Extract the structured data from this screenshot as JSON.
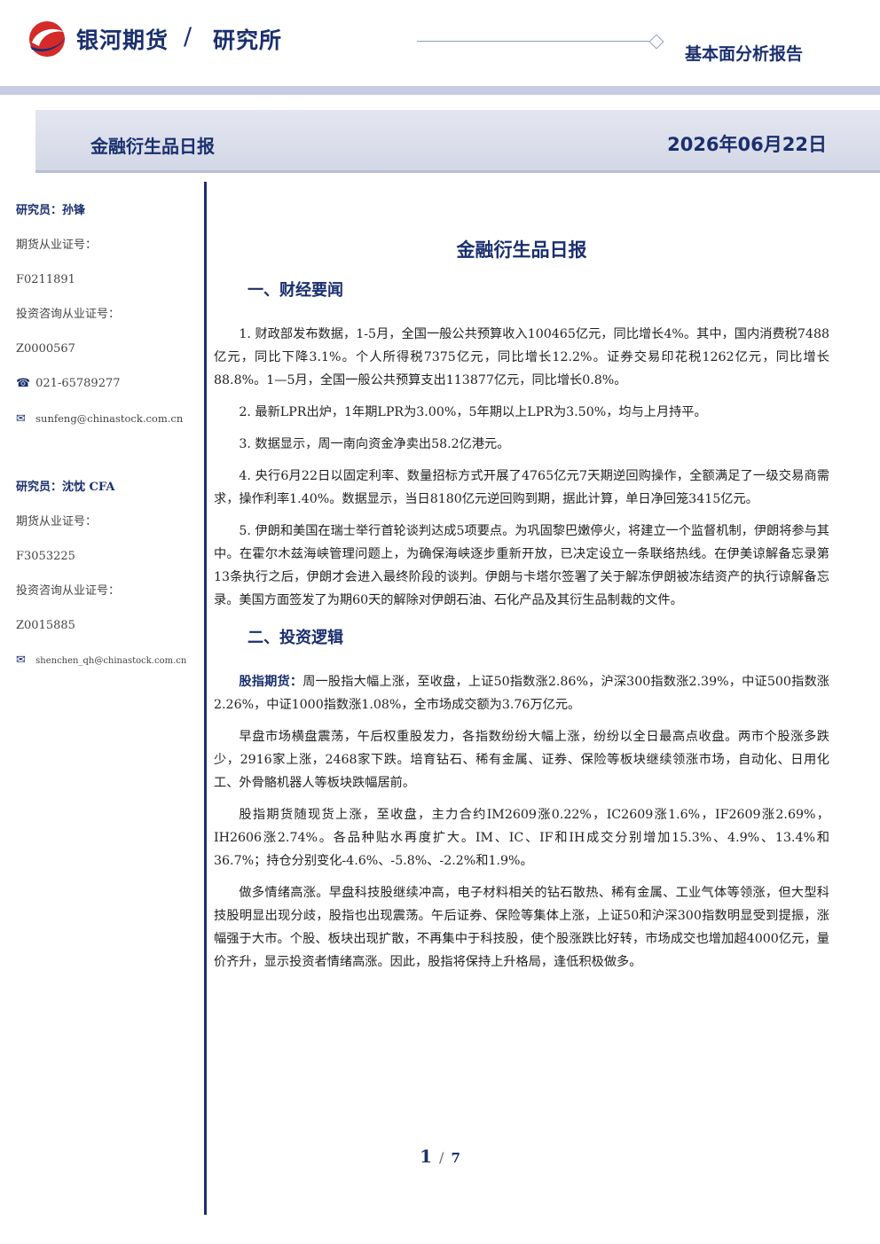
{
  "header": {
    "brand": "银河期货",
    "separator": "/",
    "institute": "研究所",
    "report_type": "基本面分析报告"
  },
  "colors": {
    "primary": "#1a2f6e",
    "logo_red": "#d42a2a",
    "band": "#c9cde3"
  },
  "banner": {
    "title": "金融衍生品日报",
    "date": "2026年06月22日"
  },
  "sidebar": {
    "analyst1": {
      "name": "研究员：孙锋",
      "license_label": "期货从业证号：",
      "license": "F0211891",
      "consult_label": "投资咨询从业证号：",
      "consult": "Z0000567",
      "phone_icon": "☎",
      "phone": "021-65789277",
      "email_icon": "✉",
      "email": "sunfeng@chinastock.com.cn"
    },
    "analyst2": {
      "name": "研究员：沈忱  CFA",
      "license_label": "期货从业证号：",
      "license": "F3053225",
      "consult_label": "投资咨询从业证号：",
      "consult": "Z0015885",
      "email_icon": "✉",
      "email": "shenchen_qh@chinastock.com.cn"
    }
  },
  "main": {
    "title": "金融衍生品日报",
    "section1": {
      "title": "一、财经要闻",
      "paragraphs": [
        "1. 财政部发布数据，1-5月，全国一般公共预算收入100465亿元，同比增长4%。其中，国内消费税7488亿元，同比下降3.1%。个人所得税7375亿元，同比增长12.2%。证券交易印花税1262亿元，同比增长88.8%。1—5月，全国一般公共预算支出113877亿元，同比增长0.8%。",
        "2. 最新LPR出炉，1年期LPR为3.00%，5年期以上LPR为3.50%，均与上月持平。",
        "3. 数据显示，周一南向资金净卖出58.2亿港元。",
        "4. 央行6月22日以固定利率、数量招标方式开展了4765亿元7天期逆回购操作，全额满足了一级交易商需求，操作利率1.40%。数据显示，当日8180亿元逆回购到期，据此计算，单日净回笼3415亿元。",
        "5. 伊朗和美国在瑞士举行首轮谈判达成5项要点。为巩固黎巴嫩停火，将建立一个监督机制，伊朗将参与其中。在霍尔木兹海峡管理问题上，为确保海峡逐步重新开放，已决定设立一条联络热线。在伊美谅解备忘录第13条执行之后，伊朗才会进入最终阶段的谈判。伊朗与卡塔尔签署了关于解冻伊朗被冻结资产的执行谅解备忘录。美国方面签发了为期60天的解除对伊朗石油、石化产品及其衍生品制裁的文件。"
      ]
    },
    "section2": {
      "title": "二、投资逻辑",
      "lead_tag": "股指期货：",
      "lead_text": "周一股指大幅上涨，至收盘，上证50指数涨2.86%，沪深300指数涨2.39%，中证500指数涨2.26%，中证1000指数涨1.08%，全市场成交额为3.76万亿元。",
      "paragraphs": [
        "早盘市场横盘震荡，午后权重股发力，各指数纷纷大幅上涨，纷纷以全日最高点收盘。两市个股涨多跌少，2916家上涨，2468家下跌。培育钻石、稀有金属、证券、保险等板块继续领涨市场，自动化、日用化工、外骨骼机器人等板块跌幅居前。",
        "股指期货随现货上涨，至收盘，主力合约IM2609涨0.22%，IC2609涨1.6%，IF2609涨2.69%，IH2606涨2.74%。各品种贴水再度扩大。IM、IC、IF和IH成交分别增加15.3%、4.9%、13.4%和36.7%；持仓分别变化-4.6%、-5.8%、-2.2%和1.9%。",
        "做多情绪高涨。早盘科技股继续冲高，电子材料相关的钻石散热、稀有金属、工业气体等领涨，但大型科技股明显出现分歧，股指也出现震荡。午后证券、保险等集体上涨，上证50和沪深300指数明显受到提振，涨幅强于大市。个股、板块出现扩散，不再集中于科技股，使个股涨跌比好转，市场成交也增加超4000亿元，量价齐升，显示投资者情绪高涨。因此，股指将保持上升格局，逢低积极做多。"
      ]
    }
  },
  "footer": {
    "page_current": "1",
    "separator": "/",
    "page_total": "7"
  }
}
